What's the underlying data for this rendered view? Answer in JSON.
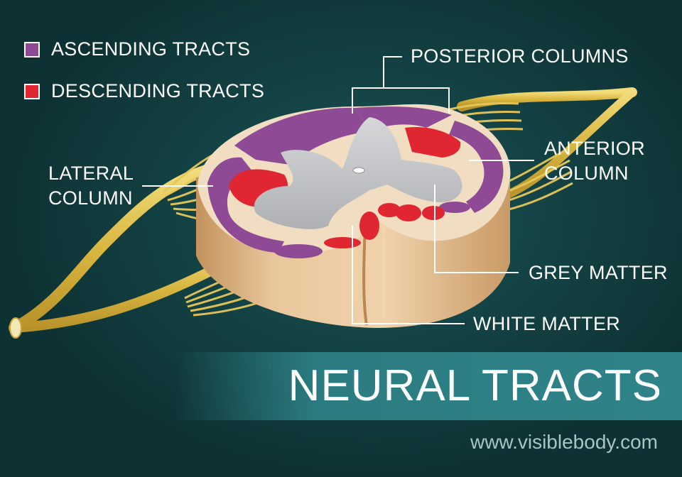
{
  "legend": {
    "ascending": {
      "label": "ASCENDING TRACTS",
      "color": "#8e4a94"
    },
    "descending": {
      "label": "DESCENDING TRACTS",
      "color": "#e02630"
    }
  },
  "labels": {
    "posterior_columns": "POSTERIOR COLUMNS",
    "anterior_column_line1": "ANTERIOR",
    "anterior_column_line2": "COLUMN",
    "lateral_column_line1": "LATERAL",
    "lateral_column_line2": "COLUMN",
    "grey_matter": "GREY MATTER",
    "white_matter": "WHITE MATTER"
  },
  "title": "NEURAL TRACTS",
  "url": "www.visiblebody.com",
  "colors": {
    "background": "#0f3537",
    "banner": "#2f8489",
    "nerve": "#e2c24e",
    "white_matter": "#e9c49a",
    "grey_matter": "#c8c9cb"
  }
}
